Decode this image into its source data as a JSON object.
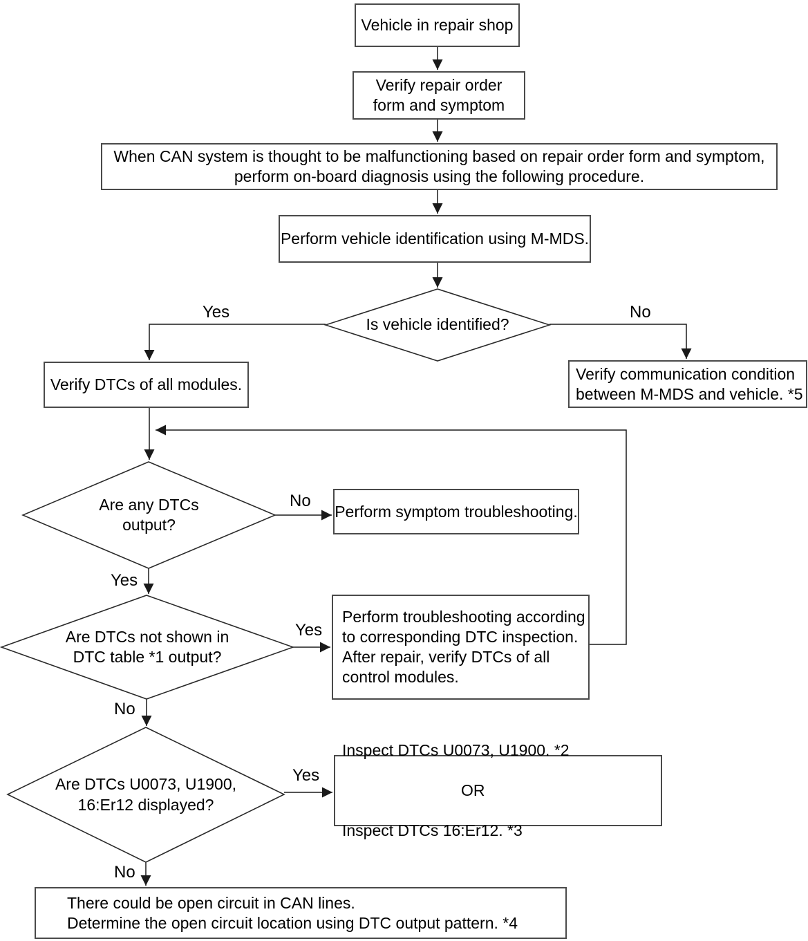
{
  "labels": {
    "yes": "Yes",
    "no": "No"
  },
  "boxes": {
    "repair_shop": "Vehicle in repair shop",
    "verify_order": "Verify repair order\nform and symptom",
    "can_system": "When CAN system is thought to be malfunctioning based on repair order form and symptom,\nperform on-board diagnosis using the following procedure.",
    "vehicle_id": "Perform vehicle identification using M-MDS.",
    "verify_dtcs": "Verify DTCs of all modules.",
    "verify_comm": "Verify communication condition\nbetween M-MDS and vehicle. *5",
    "symptom_ts": "Perform symptom troubleshooting.",
    "dtc_ts": "Perform troubleshooting according\nto corresponding DTC inspection.\nAfter repair, verify DTCs of all\ncontrol modules.",
    "inspect_line1": "Inspect DTCs U0073, U1900.  *2",
    "inspect_or": "OR",
    "inspect_line2": "Inspect DTCs 16:Er12.  *3",
    "open_circuit": "There could be open circuit in CAN lines.\nDetermine the open circuit location using DTC output pattern.   *4"
  },
  "decisions": {
    "vehicle_identified": "Is vehicle identified?",
    "dtcs_output": "Are any DTCs\noutput?",
    "dtcs_not_in_table": "Are DTCs not shown in\nDTC table *1 output?",
    "dtcs_u0073": "Are DTCs U0073, U1900,\n16:Er12 displayed?"
  },
  "colors": {
    "line": "#1a1a1a",
    "box_border": "#4a4a4a",
    "text": "#000000",
    "background": "#ffffff"
  }
}
